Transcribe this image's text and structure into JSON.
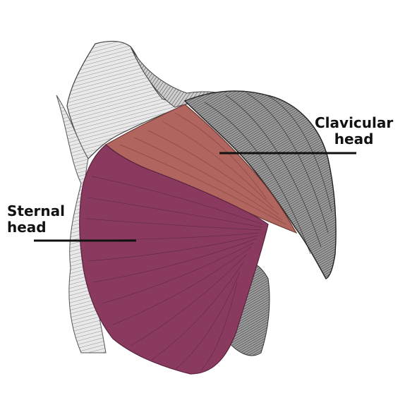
{
  "labels": {
    "clavicular": {
      "line1": "Clavicular",
      "line2": "head"
    },
    "sternal": {
      "line1": "Sternal",
      "line2": "head"
    }
  },
  "colors": {
    "sternal_head": "#8a3a5e",
    "clavicular_head": "#b0665f",
    "deltoid": "#a8a8a8",
    "leader_line": "#111111",
    "background": "#ffffff"
  }
}
